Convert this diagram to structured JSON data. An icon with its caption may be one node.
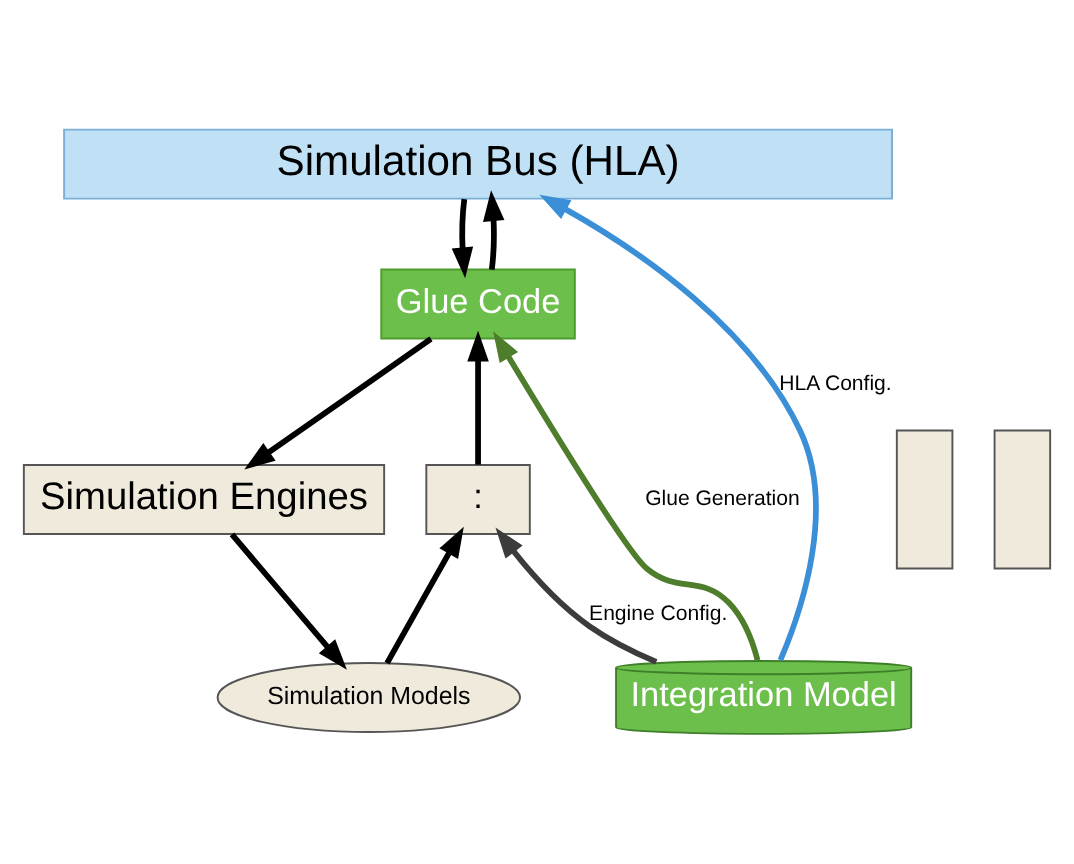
{
  "diagram": {
    "nodes": [
      {
        "text": [
          "Simulation Bus (HLA)"
        ]
      },
      {
        "text": [
          "Glue Code"
        ]
      },
      {
        "text": [
          "Simulation Engines"
        ]
      },
      {
        "text": [],
        "shape": "box"
      },
      {
        "text": [],
        "shape": "box"
      },
      {
        "text": [
          ":"
        ]
      },
      {
        "text": [
          "Simulation Models"
        ]
      },
      {
        "text": [
          "Integration Model"
        ]
      }
    ],
    "edges": [
      {
        "from": 0,
        "to": 1,
        "arrow": "to"
      },
      {
        "from": 1,
        "to": 2,
        "arrow": "to"
      },
      {
        "from": 2,
        "to": 6,
        "arrow": "to"
      },
      {
        "from": 6,
        "to": 5,
        "arrow": "to"
      },
      {
        "from": 5,
        "to": 1,
        "arrow": "to"
      },
      {
        "from": 1,
        "to": 0,
        "arrow": "to"
      },
      {
        "from": 7,
        "to": 1,
        "arrow": "to",
        "label": "Glue Generation",
        "color": "#4e7d2c"
      },
      {
        "from": 7,
        "to": 5,
        "arrow": "to",
        "label": "Engine Config.",
        "color": "#3c3c3c"
      },
      {
        "from": 7,
        "to": 0,
        "arrow": "to",
        "label": "HLA Config.",
        "color": "#3a8fd6"
      }
    ]
  }
}
